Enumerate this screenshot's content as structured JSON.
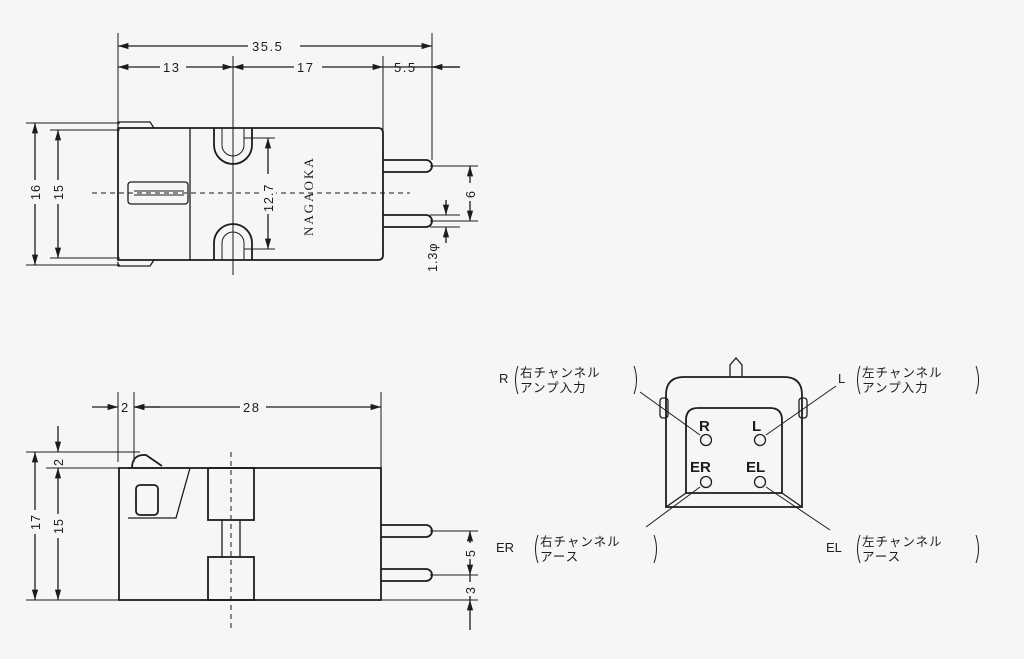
{
  "top_view": {
    "dim_overall": "35.5",
    "dim_front": "13",
    "dim_rear": "17",
    "dim_pin_ext": "5.5",
    "dim_height_outer": "16",
    "dim_height_inner": "15",
    "dim_mount": "12.7",
    "dim_pin_pitch": "6",
    "dim_pin_dia": "1.3φ",
    "brand": "NAGAOKA"
  },
  "side_view": {
    "dim_tip": "2",
    "dim_length": "28",
    "dim_top": "2",
    "dim_height_outer": "17",
    "dim_height_inner": "15",
    "dim_pin_pitch": "5",
    "dim_pin_offset": "3"
  },
  "rear_view": {
    "pins": [
      "R",
      "L",
      "ER",
      "EL"
    ],
    "labels": {
      "R": {
        "code": "R",
        "line1": "右チャンネル",
        "line2": "アンプ入力"
      },
      "L": {
        "code": "L",
        "line1": "左チャンネル",
        "line2": "アンプ入力"
      },
      "ER": {
        "code": "ER",
        "line1": "右チャンネル",
        "line2": "アース"
      },
      "EL": {
        "code": "EL",
        "line1": "左チャンネル",
        "line2": "アース"
      }
    }
  }
}
